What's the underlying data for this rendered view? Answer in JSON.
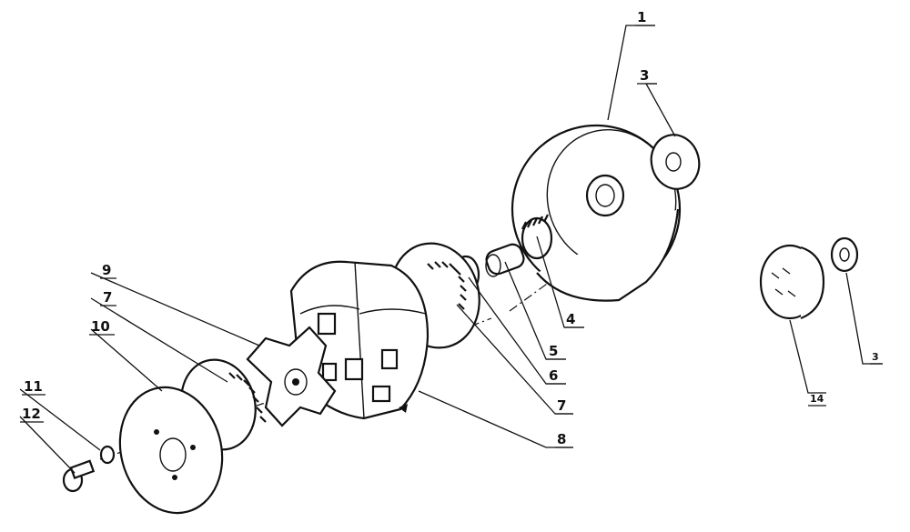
{
  "diagram": {
    "callouts": [
      {
        "id": "c1",
        "text": "1"
      },
      {
        "id": "c3a",
        "text": "3"
      },
      {
        "id": "c3b",
        "text": "3"
      },
      {
        "id": "c4",
        "text": "4"
      },
      {
        "id": "c5",
        "text": "5"
      },
      {
        "id": "c6",
        "text": "6"
      },
      {
        "id": "c7a",
        "text": "7"
      },
      {
        "id": "c7b",
        "text": "7"
      },
      {
        "id": "c8",
        "text": "8"
      },
      {
        "id": "c9",
        "text": "9"
      },
      {
        "id": "c10",
        "text": "10"
      },
      {
        "id": "c11",
        "text": "11"
      },
      {
        "id": "c12",
        "text": "12"
      },
      {
        "id": "c14",
        "text": "14"
      }
    ]
  }
}
